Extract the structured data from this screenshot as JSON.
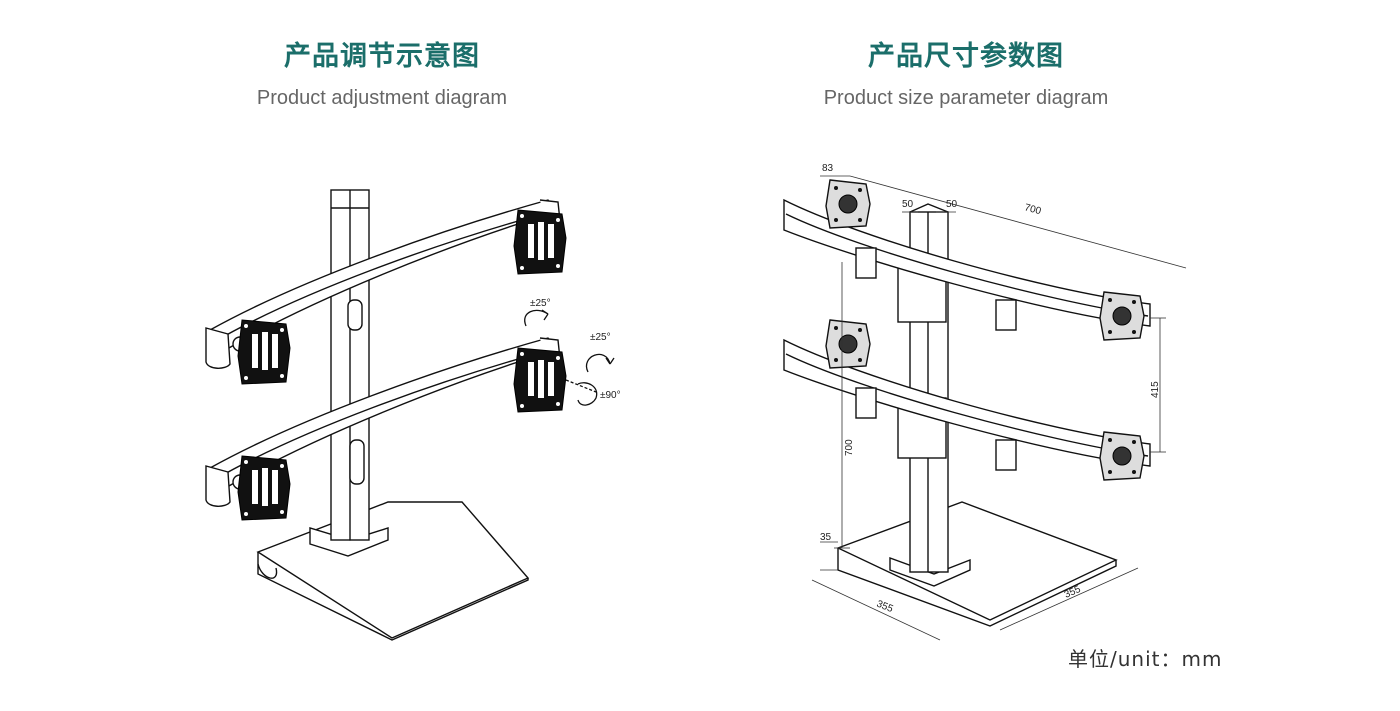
{
  "left_panel": {
    "title_cn": "产品调节示意图",
    "title_en": "Product adjustment diagram",
    "angle_labels": {
      "tilt": "±25°",
      "swivel": "±25°",
      "rotate": "±90°"
    }
  },
  "right_panel": {
    "title_cn": "产品尺寸参数图",
    "title_en": "Product size parameter diagram",
    "dimensions": {
      "plate_width": "83",
      "post_w1": "50",
      "post_w2": "50",
      "arm_span": "700",
      "arm_spacing": "415",
      "height": "700",
      "base_thickness": "35",
      "base_front": "355",
      "base_side": "355"
    }
  },
  "footer": {
    "unit_note": "单位/unit：mm"
  }
}
